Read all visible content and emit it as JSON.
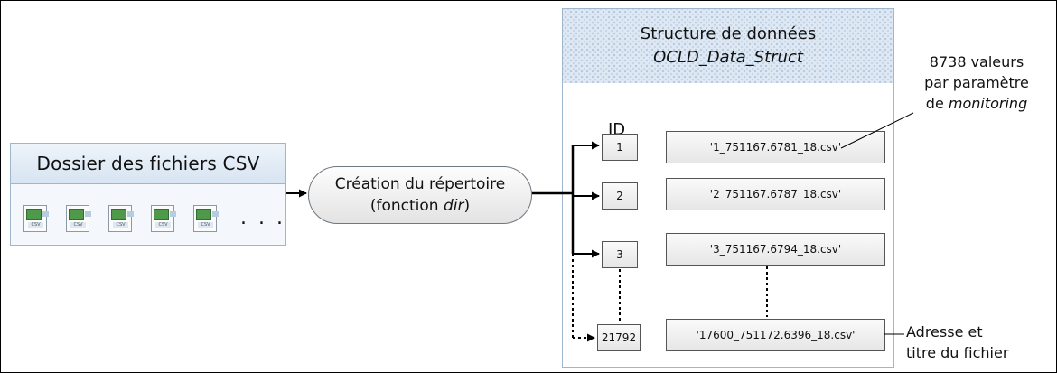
{
  "folder": {
    "title": "Dossier des fichiers CSV",
    "file_icon_tag": "CSV",
    "file_count_shown": 5,
    "ellipsis": ". . ."
  },
  "process": {
    "line1": "Création du répertoire",
    "line2_prefix": "(fonction ",
    "line2_italic": "dir",
    "line2_suffix": ")"
  },
  "struct": {
    "title": "Structure de données",
    "subtitle": "OCLD_Data_Struct",
    "id_header": "ID",
    "rows": [
      {
        "id": "1",
        "file": "'1_751167.6781_18.csv'"
      },
      {
        "id": "2",
        "file": "'2_751167.6787_18.csv'"
      },
      {
        "id": "3",
        "file": "'3_751167.6794_18.csv'"
      },
      {
        "id": "21792",
        "file": "'17600_751172.6396_18.csv'"
      }
    ]
  },
  "notes": {
    "top_line1": "8738 valeurs",
    "top_line2": "par paramètre",
    "top_line3_prefix": "de ",
    "top_line3_italic": "monitoring",
    "bottom_line1": "Adresse et",
    "bottom_line2": "titre du fichier"
  }
}
